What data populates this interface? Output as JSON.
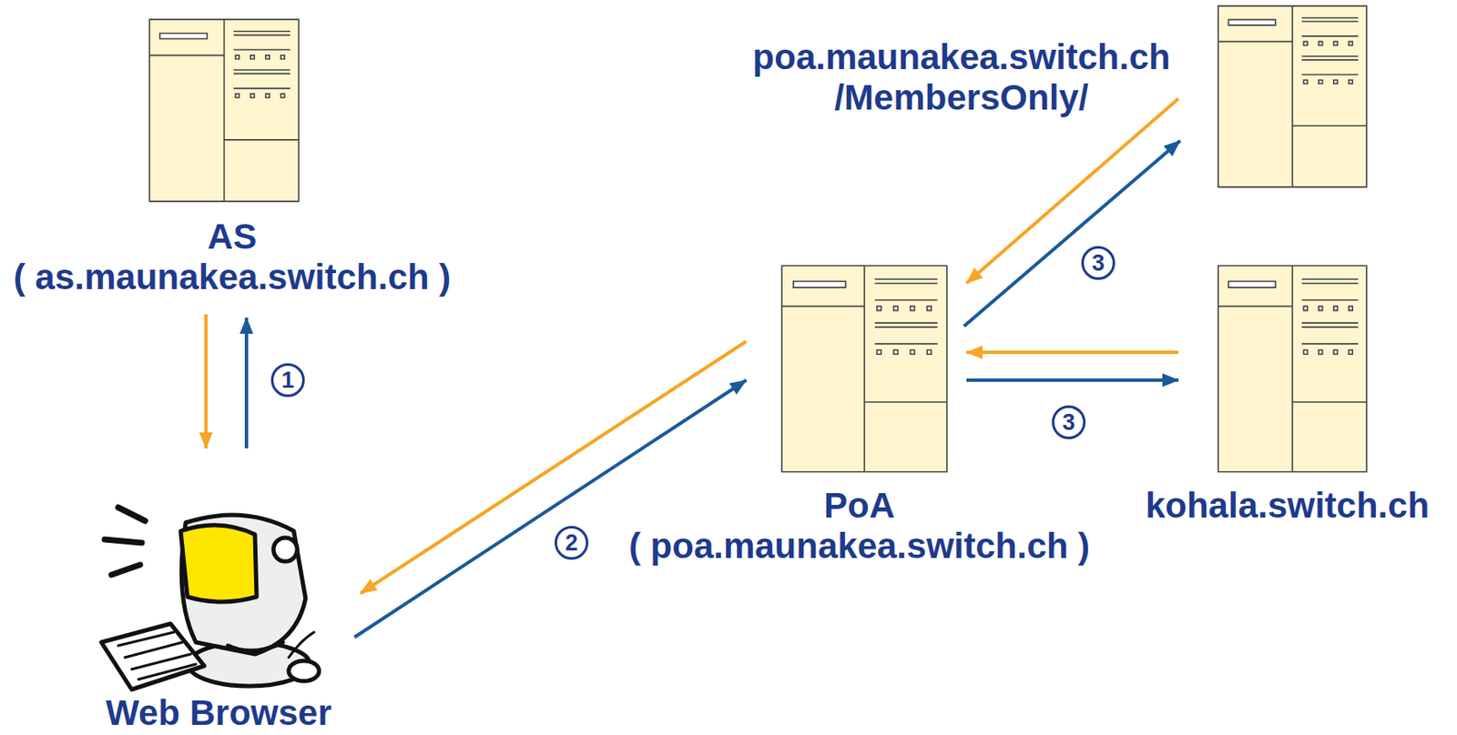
{
  "diagram": {
    "nodes": [
      {
        "text": [
          "AS",
          "( as.maunakea.switch.ch )"
        ]
      },
      {
        "text": [
          "Web Browser"
        ]
      },
      {
        "text": [
          "PoA",
          "( poa.maunakea.switch.ch )"
        ]
      },
      {
        "text": [
          "poa.maunakea.switch.ch /MembersOnly/"
        ]
      },
      {
        "text": [
          "kohala.switch.ch"
        ]
      }
    ],
    "edges": [
      {
        "from": 0,
        "to": 1,
        "arrow": "to"
      },
      {
        "from": 1,
        "to": 0,
        "arrow": "to"
      },
      {
        "from": 2,
        "to": 1,
        "arrow": "to"
      },
      {
        "from": 1,
        "to": 2,
        "arrow": "to"
      },
      {
        "from": 2,
        "to": 3,
        "arrow": "to"
      },
      {
        "from": 3,
        "to": 2,
        "arrow": "to"
      },
      {
        "from": 4,
        "to": 2,
        "arrow": "to"
      },
      {
        "from": 2,
        "to": 4,
        "arrow": "to"
      }
    ],
    "labels": [
      "1",
      "2",
      "3",
      "3"
    ]
  }
}
